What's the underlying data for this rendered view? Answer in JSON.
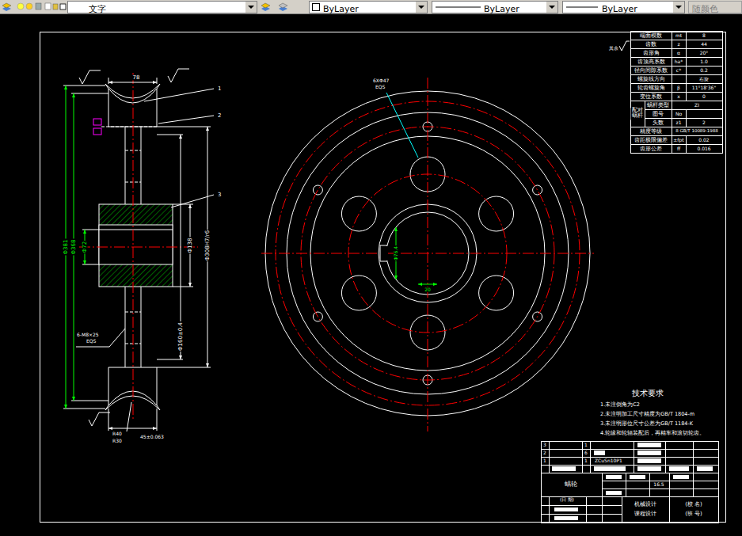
{
  "diagram": {
    "nodes": [
      {
        "text": [
          "文字"
        ]
      },
      {
        "text": [
          "ByLayer"
        ]
      },
      {
        "text": [
          "ByLayer"
        ]
      },
      {
        "text": [
          "ByLayer"
        ]
      },
      {
        "text": [
          "随颜色"
        ]
      }
    ],
    "labels": [
      "78",
      "1",
      "2",
      "3",
      "Φ381",
      "Φ368",
      "Φ72",
      "Φ138",
      "Φ308H7/r6",
      "Φ160±0.4",
      "6-M8×25",
      "EQS",
      "R40",
      "R30",
      "45±0.063",
      "6XΦ47",
      "EQS",
      "Φ76.4",
      "20",
      "端面模数",
      "mt",
      "8",
      "齿数",
      "z",
      "44",
      "齿形角",
      "α",
      "20°",
      "齿顶高系数",
      "ha*",
      "1.0",
      "径向间隙系数",
      "c*",
      "0.2",
      "螺旋线方向",
      "右旋",
      "轮齿螺旋角",
      "β",
      "11°18'36\"",
      "变位系数",
      "x",
      "0",
      "配对蜗杆",
      "蜗杆类型",
      "ZI",
      "图号",
      "No",
      "头数",
      "z1",
      "2",
      "精度等级",
      "8 GB/T 10089-1988",
      "齿距极限偏差",
      "±fpt",
      "0.02",
      "齿形公差",
      "ff",
      "0.016",
      "其余",
      "技术要求",
      "1.未注倒角为C2",
      "2.未注明加工尺寸精度为GB/T 1804-m",
      "3.未注明形位尺寸公差为GB/T 1184-K",
      "4.轮缘和轮辐装配后，再精车和滚切轮齿。",
      "3",
      "1",
      "2",
      "6",
      "1",
      "1",
      "ZCuSn10P1",
      "蜗轮",
      "16.5",
      "机械设计",
      "课程设计",
      "(校 名)",
      "(班 号)",
      "(日 期)"
    ]
  }
}
